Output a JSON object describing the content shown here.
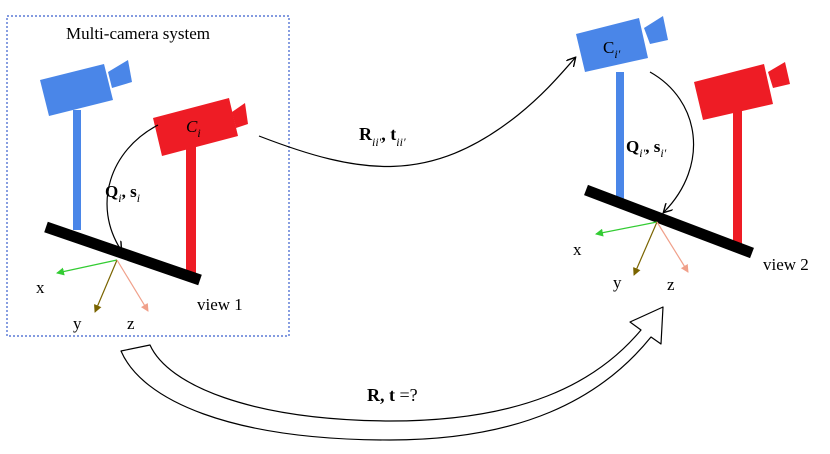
{
  "system_box": {
    "title": "Multi-camera system"
  },
  "camera_labels": {
    "ci_base": "C",
    "ci_sub": "i",
    "cip_base": "C",
    "cip_sub": "i′"
  },
  "transforms": {
    "qs_i": {
      "q": "Q",
      "q_sub": "i",
      "sep": ", ",
      "s": "s",
      "s_sub": "i"
    },
    "qs_ip": {
      "q": "Q",
      "q_sub": "i′",
      "sep": ", ",
      "s": "s",
      "s_sub": "i′"
    },
    "rt_iip": {
      "r": "R",
      "r_sub": "ii′",
      "sep": ", ",
      "t": "t",
      "t_sub": "ii′"
    },
    "rt_query": {
      "r": "R",
      "sep": ", ",
      "t": "t",
      "suffix": " =?"
    }
  },
  "views": {
    "view1": "view 1",
    "view2": "view 2"
  },
  "axes": {
    "view1": {
      "x": "x",
      "y": "y",
      "z": "z"
    },
    "view2": {
      "x": "x",
      "y": "y",
      "z": "z"
    }
  },
  "colors": {
    "blue_camera": "#4a86e8",
    "red_camera": "#ee1c25",
    "board": "#000000",
    "axis_x": "#33cc33",
    "axis_y": "#7a6400",
    "axis_z": "#f0a08a",
    "box_border": "#3a5fcd"
  }
}
